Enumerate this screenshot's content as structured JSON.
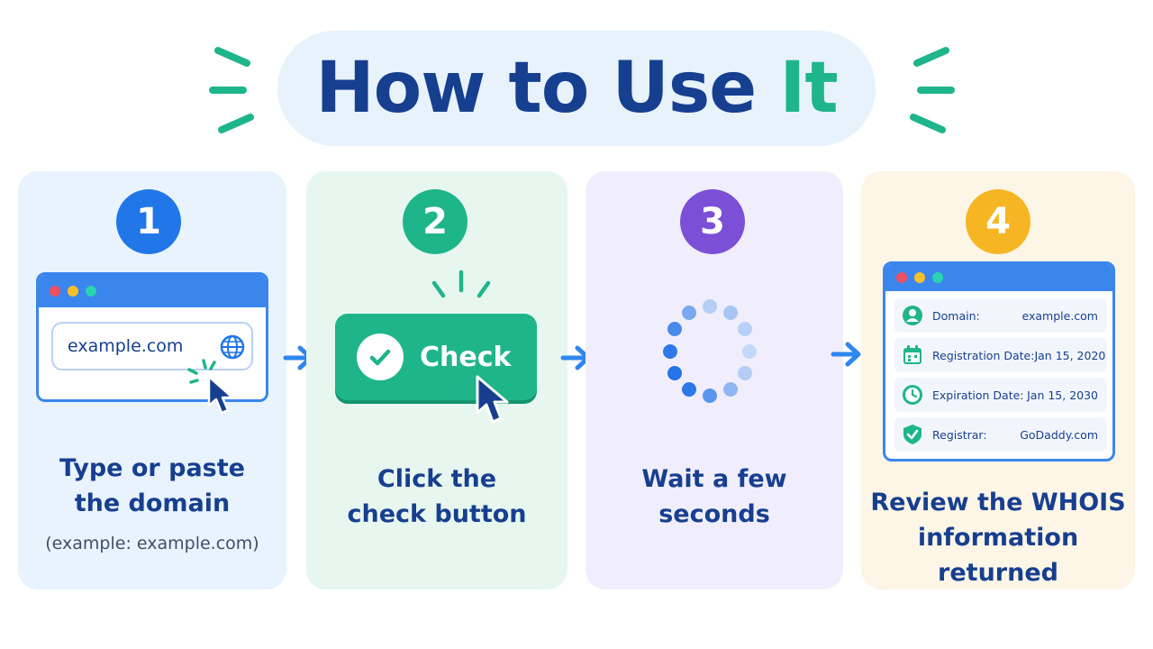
{
  "title": {
    "main": "How to Use",
    "accent": "It"
  },
  "steps": [
    {
      "number": "1",
      "caption_line1": "Type or paste",
      "caption_line2": "the domain",
      "subcaption": "(example: example.com)",
      "input_value": "example.com"
    },
    {
      "number": "2",
      "caption_line1": "Click the",
      "caption_line2": "check button",
      "button_label": "Check"
    },
    {
      "number": "3",
      "caption_line1": "Wait a few",
      "caption_line2": "seconds"
    },
    {
      "number": "4",
      "caption_line1": "Review the WHOIS",
      "caption_line2": "information returned",
      "results": [
        {
          "icon": "user-icon",
          "key": "Domain:",
          "value": "example.com"
        },
        {
          "icon": "calendar-icon",
          "key": "Registration Date:",
          "value": "Jan 15, 2020"
        },
        {
          "icon": "clock-icon",
          "key": "Expiration Date:",
          "value": "Jan 15, 2030"
        },
        {
          "icon": "shield-check-icon",
          "key": "Registrar:",
          "value": "GoDaddy.com"
        }
      ]
    }
  ],
  "colors": {
    "title": "#173f8f",
    "accent": "#1fb58a",
    "step1": "#2176e8",
    "step2": "#1fb58a",
    "step3": "#7b4fd6",
    "step4": "#f6b623",
    "arrow": "#2f86ee"
  }
}
